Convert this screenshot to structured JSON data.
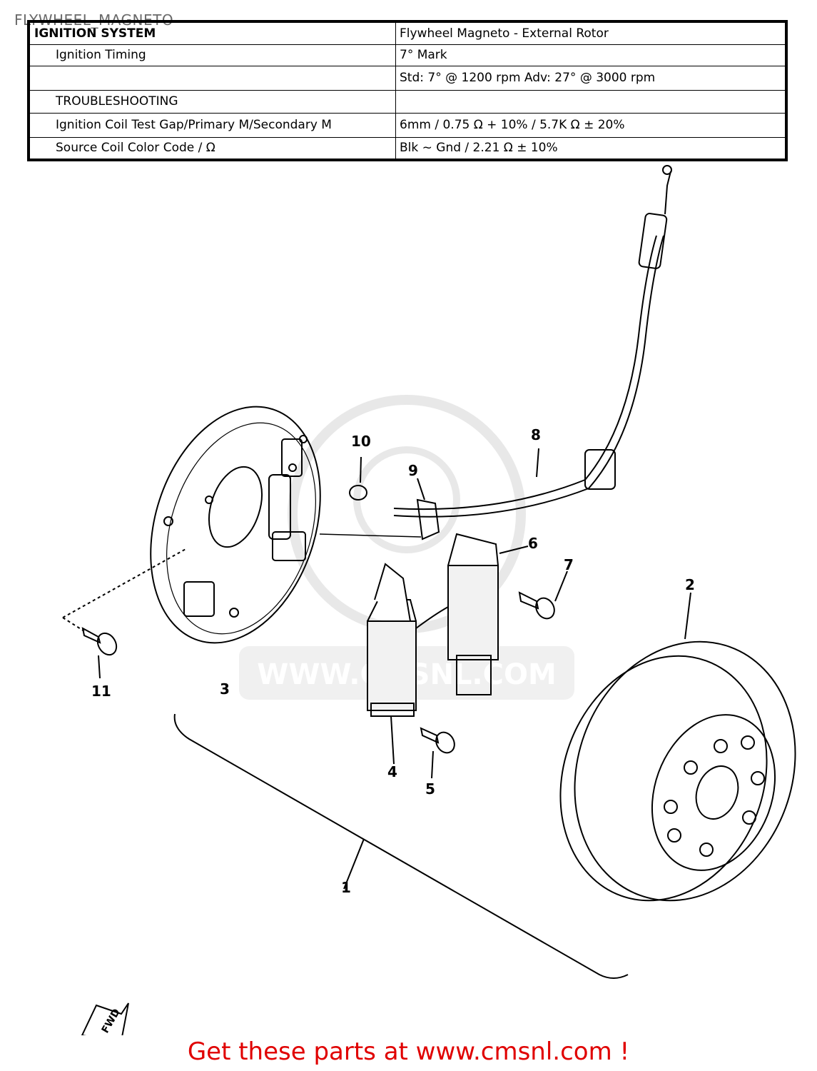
{
  "page_title": "FLYWHEEL_MAGNETO",
  "spec_table": {
    "rows": [
      {
        "label": "IGNITION SYSTEM",
        "value": "Flywheel Magneto - External Rotor"
      },
      {
        "label": "Ignition Timing",
        "value": "7° Mark"
      },
      {
        "label": "",
        "value": "Std: 7° @ 1200 rpm     Adv: 27° @ 3000 rpm"
      },
      {
        "label": "TROUBLESHOOTING",
        "value": ""
      },
      {
        "label": "Ignition Coil Test Gap/Primary M/Secondary M",
        "value": "6mm / 0.75 Ω + 10% / 5.7K Ω ± 20%"
      },
      {
        "label": "Source Coil Color Code / Ω",
        "value": "Blk ~ Gnd / 2.21 Ω ± 10%"
      }
    ]
  },
  "diagram": {
    "callouts": [
      "1",
      "2",
      "3",
      "4",
      "5",
      "6",
      "7",
      "8",
      "9",
      "10",
      "11"
    ],
    "fwd_badge": "FWD",
    "watermark": "WWW.CMSNL.COM"
  },
  "footer": {
    "text": "Get these parts at www.cmsnl.com !",
    "color": "#e00000"
  }
}
